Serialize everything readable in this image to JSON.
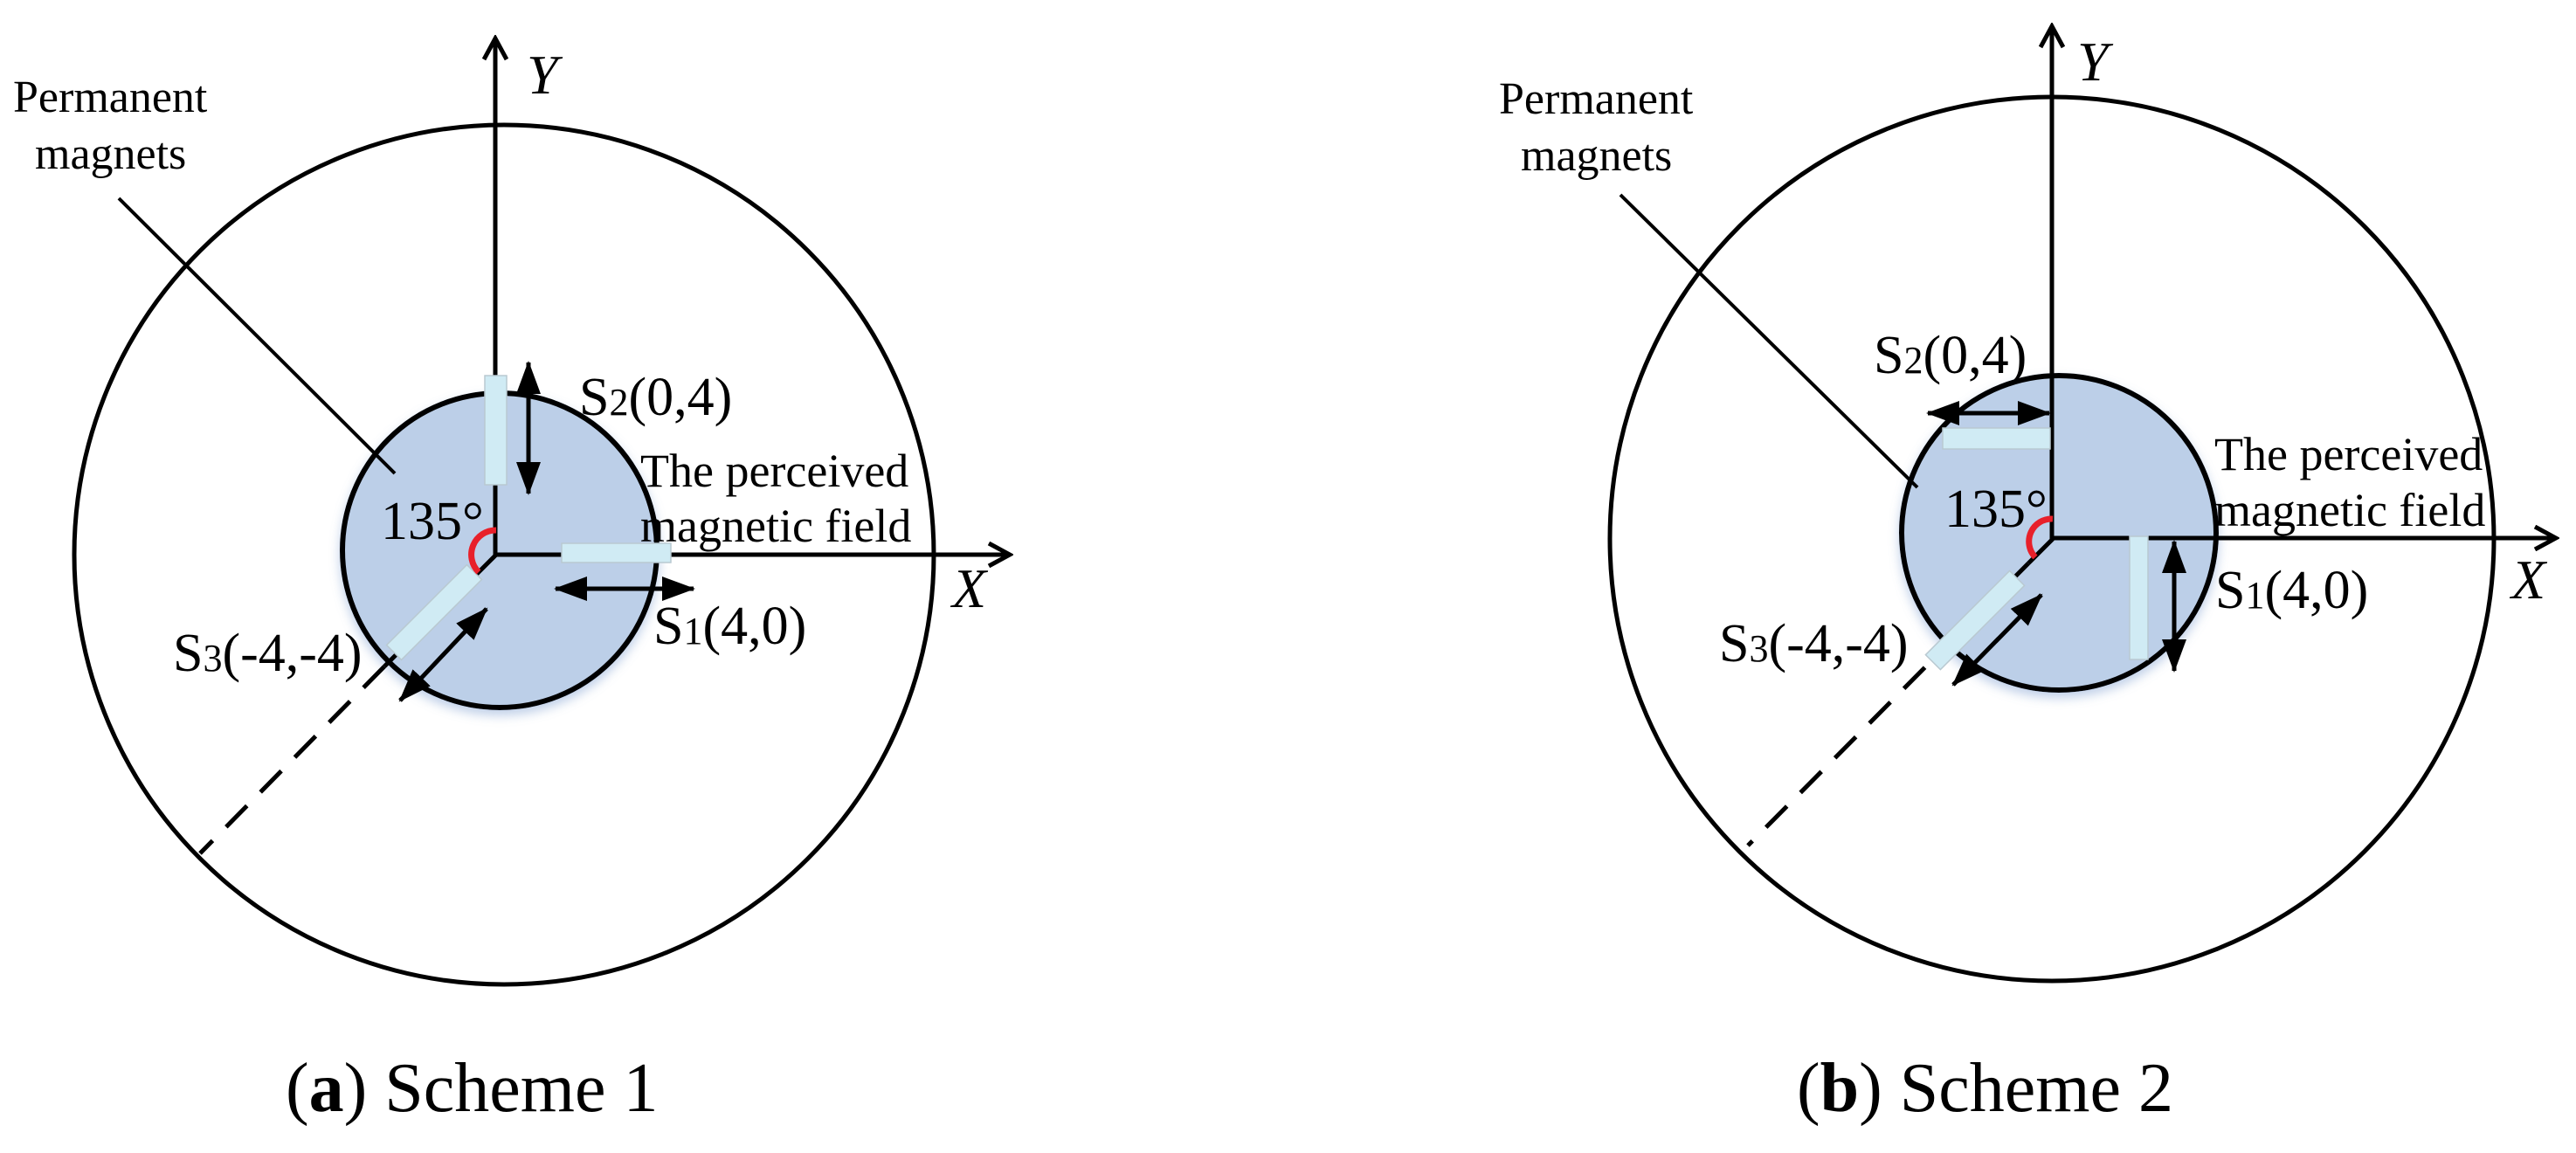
{
  "figure": {
    "colors": {
      "stroke": "#000000",
      "disk_fill": "#bccfe8",
      "magnet_fill": "#d0ebf4",
      "magnet_border": "#b9c9d1",
      "angle_arc": "#e8202a",
      "background": "#ffffff"
    },
    "panels": [
      {
        "id": "a",
        "caption_letter": "a",
        "caption_text": "Scheme 1",
        "axis_x_label": "X",
        "axis_y_label": "Y",
        "permanent_magnets_line1": "Permanent",
        "permanent_magnets_line2": "magnets",
        "field_line1": "The perceived",
        "field_line2": "magnetic field",
        "angle_label": "135°",
        "sensors": [
          {
            "name": "S",
            "sub": "1",
            "coords": "(4,0)"
          },
          {
            "name": "S",
            "sub": "2",
            "coords": "(0,4)"
          },
          {
            "name": "S",
            "sub": "3",
            "coords": "(-4,-4)"
          }
        ]
      },
      {
        "id": "b",
        "caption_letter": "b",
        "caption_text": "Scheme 2",
        "axis_x_label": "X",
        "axis_y_label": "Y",
        "permanent_magnets_line1": "Permanent",
        "permanent_magnets_line2": "magnets",
        "field_line1": "The perceived",
        "field_line2": "magnetic field",
        "angle_label": "135°",
        "sensors": [
          {
            "name": "S",
            "sub": "1",
            "coords": "(4,0)"
          },
          {
            "name": "S",
            "sub": "2",
            "coords": "(0,4)"
          },
          {
            "name": "S",
            "sub": "3",
            "coords": "(-4,-4)"
          }
        ]
      }
    ]
  }
}
